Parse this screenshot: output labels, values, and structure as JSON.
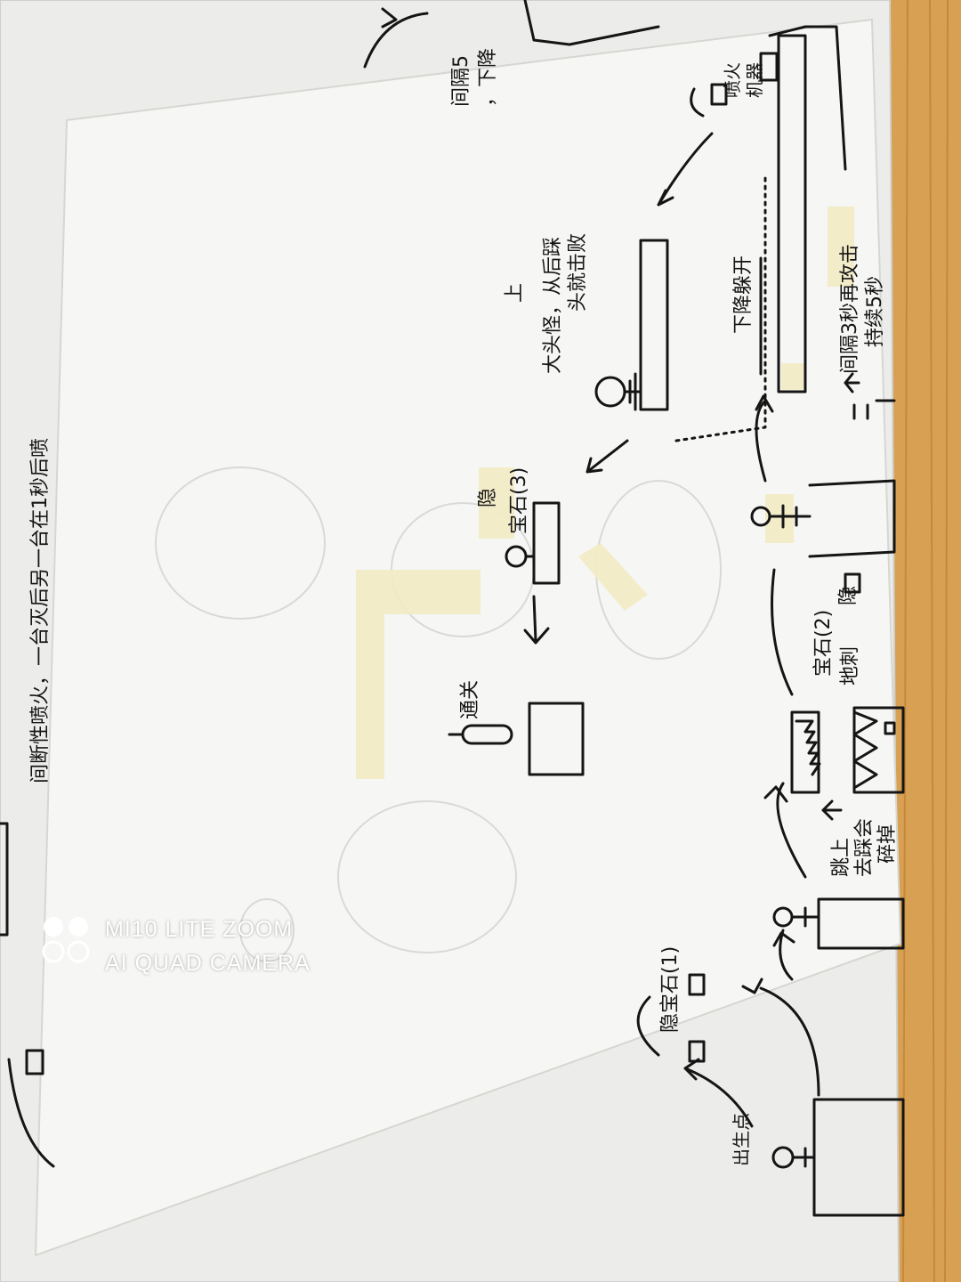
{
  "photo": {
    "colors": {
      "wood": "#d8a052",
      "wood_dark": "#b97a2e",
      "paper": "#f6f6f4",
      "paper_back": "#ececea",
      "ink": "#151515",
      "tape": "#f3ebc4"
    },
    "back_sheet": {
      "note_left": "间断性喷火，一台灭后另一台在1秒后喷",
      "note_right_line1": "间隔5",
      "note_right_line2": "，下降"
    },
    "sketch": {
      "spawn_label": "出生点",
      "hidden_gem_1": "隐宝石(1)",
      "jump_note_line1": "跳上",
      "jump_note_line2": "去踩会",
      "jump_note_line3": "碎掉",
      "gem_2": "宝石(2)",
      "hidden_mark": "隐",
      "spikes_label": "地刺",
      "gem_3": "宝石(3)",
      "hidden_mark_2": "隐",
      "big_head_line1": "大头怪，从后踩",
      "big_head_line2": "头就击败",
      "up_mark": "上",
      "down_label": "下降躲开",
      "interval_line1": "间隔3秒再攻击",
      "interval_line2": "持续5秒",
      "fire_gear_line1": "喷火",
      "fire_gear_line2": "机器",
      "end_label": "通关"
    },
    "watermark": {
      "line1": "MI10 LITE ZOOM",
      "line2": "AI QUAD CAMERA"
    }
  }
}
